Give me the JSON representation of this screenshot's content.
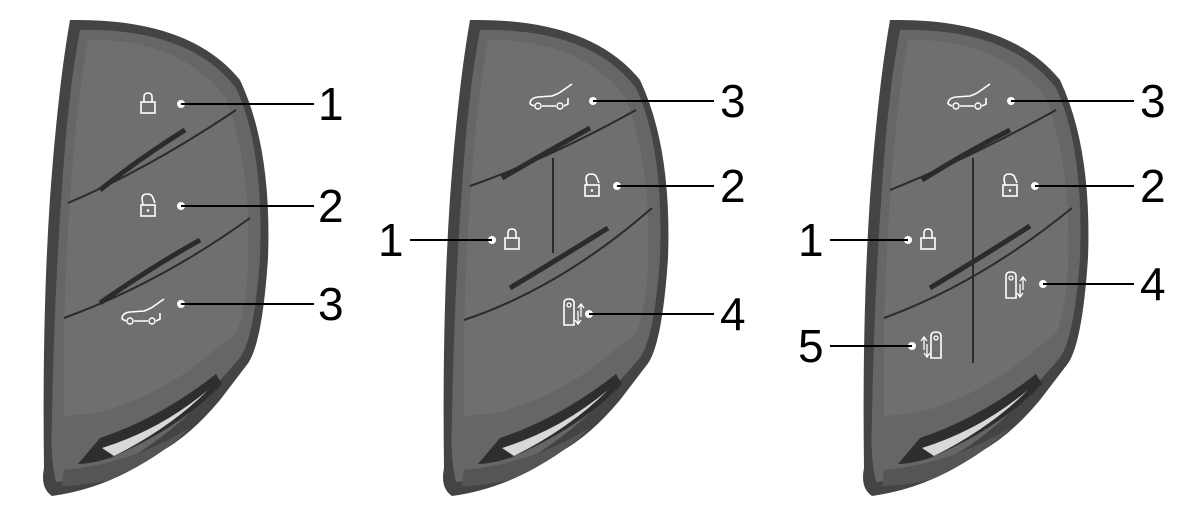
{
  "colors": {
    "body": "#666666",
    "rim": "#444444",
    "rim_dark": "#2e2e2e",
    "face": "#6f6f6f",
    "button": "#777777",
    "seam": "#2b2b2b",
    "symbol": "#ffffff",
    "callout": "#000000"
  },
  "keys": [
    {
      "name": "key-3-button",
      "callouts": [
        {
          "number": "1",
          "icon": "lock-icon"
        },
        {
          "number": "2",
          "icon": "unlock-icon"
        },
        {
          "number": "3",
          "icon": "tailgate-icon"
        }
      ]
    },
    {
      "name": "key-4-button",
      "callouts": [
        {
          "number": "3",
          "icon": "tailgate-icon"
        },
        {
          "number": "2",
          "icon": "unlock-icon"
        },
        {
          "number": "1",
          "icon": "lock-icon"
        },
        {
          "number": "4",
          "icon": "sliding-door-right-icon"
        }
      ]
    },
    {
      "name": "key-5-button",
      "callouts": [
        {
          "number": "3",
          "icon": "tailgate-icon"
        },
        {
          "number": "2",
          "icon": "unlock-icon"
        },
        {
          "number": "1",
          "icon": "lock-icon"
        },
        {
          "number": "4",
          "icon": "sliding-door-right-icon"
        },
        {
          "number": "5",
          "icon": "sliding-door-left-icon"
        }
      ]
    }
  ]
}
